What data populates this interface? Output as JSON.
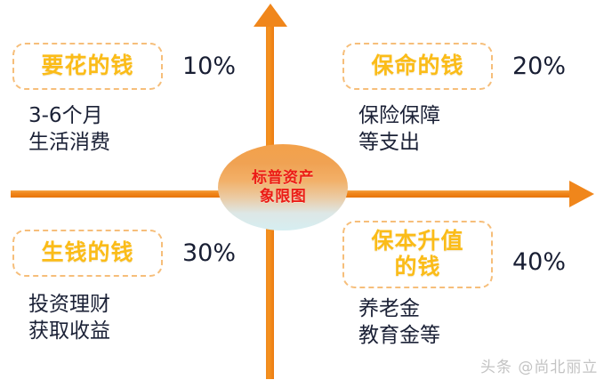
{
  "diagram": {
    "title": "标普资产象限图",
    "hub": {
      "line1": "标普资产",
      "line2": "象限图",
      "text_color": "#EC1C16",
      "fill_top": "#F3A14A",
      "fill_bottom": "#D6EEF1"
    },
    "axes": {
      "vertical_arrow": "arrow-up-icon",
      "horizontal_arrow": "arrow-right-icon",
      "color": "#F0861B"
    },
    "accent_color": "#FBBC18",
    "dash_border_color": "#F6BE7A",
    "quadrants": [
      {
        "id": "top-left",
        "label_lines": [
          "要花的钱"
        ],
        "percent": "10%",
        "desc_lines": [
          "3-6个月",
          "生活消费"
        ]
      },
      {
        "id": "top-right",
        "label_lines": [
          "保命的钱"
        ],
        "percent": "20%",
        "desc_lines": [
          "保险保障",
          "等支出"
        ]
      },
      {
        "id": "bottom-left",
        "label_lines": [
          "生钱的钱"
        ],
        "percent": "30%",
        "desc_lines": [
          "投资理财",
          "获取收益"
        ]
      },
      {
        "id": "bottom-right",
        "label_lines": [
          "保本升值",
          "的钱"
        ],
        "percent": "40%",
        "desc_lines": [
          "养老金",
          "教育金等"
        ]
      }
    ]
  },
  "watermark": {
    "text": "头条 @尚北丽立"
  }
}
